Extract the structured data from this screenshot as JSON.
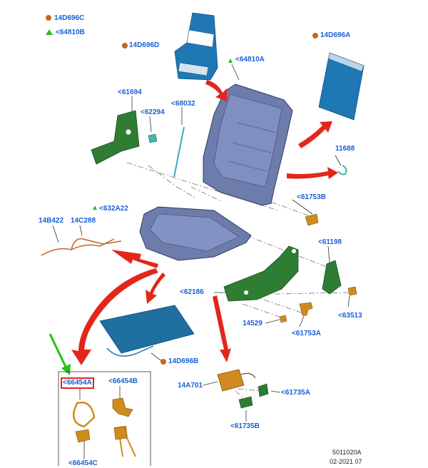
{
  "legend": [
    {
      "symbol": "dot",
      "text": "14D696C"
    },
    {
      "symbol": "triangle",
      "text": "<64810B"
    }
  ],
  "labels": {
    "l14D696D": "14D696D",
    "l14D696A": "14D696A",
    "l64810A": "<64810A",
    "l61694": "<61694",
    "l62294": "<62294",
    "l68032": "<68032",
    "l11688": "11688",
    "l632A22": "<632A22",
    "l61753B": "<61753B",
    "l14B422": "14B422",
    "l14C288": "14C288",
    "l61198": "<61198",
    "l62186": "<62186",
    "l63513": "<63513",
    "l14529": "14529",
    "l61753A": "<61753A",
    "l14D696B": "14D696B",
    "l14A701": "14A701",
    "l61735A": "<61735A",
    "l61735B": "<61735B",
    "l66454A": "<66454A",
    "l66454B": "<66454B",
    "l66454C": "<66454C"
  },
  "footer": {
    "code": "5011020A",
    "date": "02-2021 07"
  },
  "colors": {
    "label": "#1a5fd6",
    "arrow": "#e3261c",
    "green_arrow": "#27c11a",
    "seat": "#6b7aa8",
    "panel": "#1f78b4",
    "bracket": "#2e7d32",
    "orange_part": "#d18a1e"
  }
}
